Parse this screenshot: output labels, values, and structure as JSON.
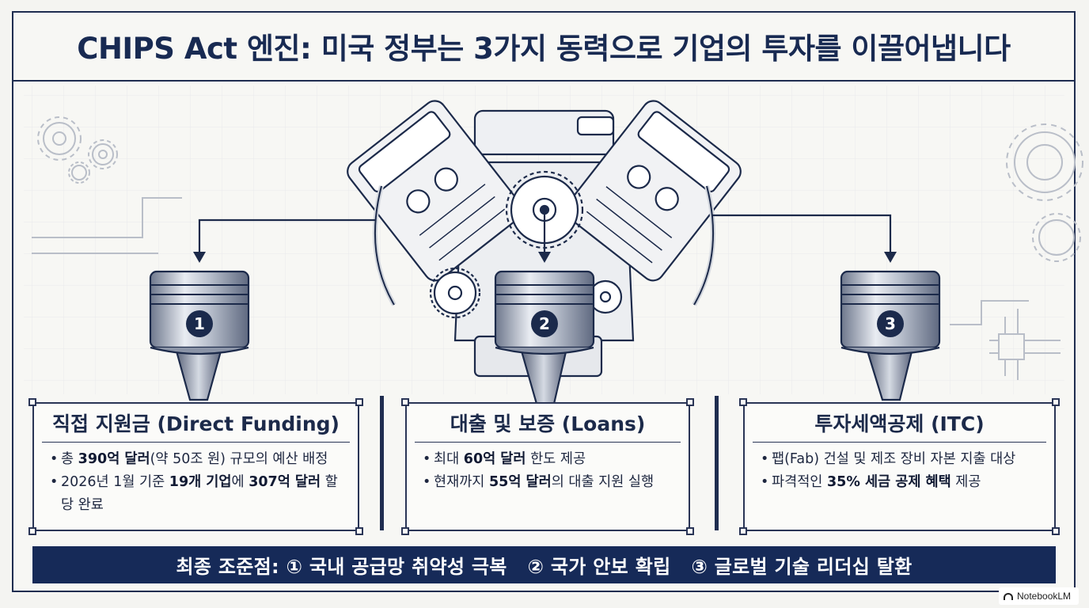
{
  "title": "CHIPS Act 엔진: 미국 정부는 3가지 동력으로 기업의 투자를 이끌어냅니다",
  "pistons": [
    {
      "number": "1"
    },
    {
      "number": "2"
    },
    {
      "number": "3"
    }
  ],
  "cards": [
    {
      "title": "직접 지원금 (Direct Funding)",
      "bullets": [
        {
          "pre": "총 ",
          "bold": "390억 달러",
          "post": "(약 50조 원) 규모의 예산 배정"
        },
        {
          "pre": "2026년 1월 기준 ",
          "bold": "19개 기업",
          "post": "에 ",
          "bold2": "307억 달러",
          "post2": " 할당 완료"
        }
      ]
    },
    {
      "title": "대출 및 보증 (Loans)",
      "bullets": [
        {
          "pre": "최대 ",
          "bold": "60억 달러",
          "post": " 한도 제공"
        },
        {
          "pre": "현재까지 ",
          "bold": "55억 달러",
          "post": "의 대출 지원 실행"
        }
      ]
    },
    {
      "title": "투자세액공제 (ITC)",
      "bullets": [
        {
          "pre": "팹(Fab) 건설 및 제조 장비 자본 지출 대상",
          "bold": "",
          "post": ""
        },
        {
          "pre": "파격적인 ",
          "bold": "35% 세금 공제 혜택",
          "post": " 제공"
        }
      ]
    }
  ],
  "footer": "최종 조준점: ① 국내 공급망 취약성 극복   ② 국가 안보 확립   ③ 글로벌 기술 리더십 탈환",
  "badge": "NotebookLM",
  "colors": {
    "navy": "#162a58",
    "ink": "#1c2a4a",
    "paper": "#f4f4f1",
    "steel": "#8e98ad"
  }
}
